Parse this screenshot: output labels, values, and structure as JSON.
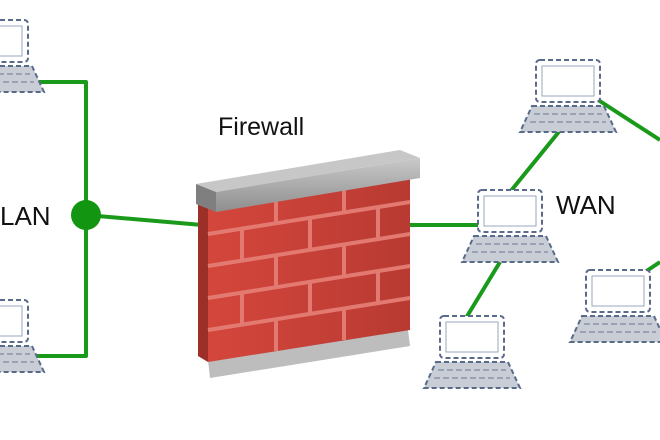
{
  "labels": {
    "firewall": "Firewall",
    "lan": "LAN",
    "wan": "WAN"
  },
  "colors": {
    "link": "#1a9a1a",
    "hub": "#129612",
    "brick": "#c8423a",
    "mortar": "#d96c63",
    "cap": "#a9a9a9",
    "laptop_fill": "#ffffff",
    "laptop_stroke": "#5a6a8a",
    "keyboard": "#c9cdd6"
  },
  "nodes": [
    {
      "id": "lan-laptop-top",
      "segment": "LAN"
    },
    {
      "id": "lan-laptop-bottom",
      "segment": "LAN"
    },
    {
      "id": "wan-laptop-gateway",
      "segment": "WAN"
    },
    {
      "id": "wan-laptop-top",
      "segment": "WAN"
    },
    {
      "id": "wan-laptop-bottom-left",
      "segment": "WAN"
    },
    {
      "id": "wan-laptop-right",
      "segment": "WAN"
    }
  ]
}
